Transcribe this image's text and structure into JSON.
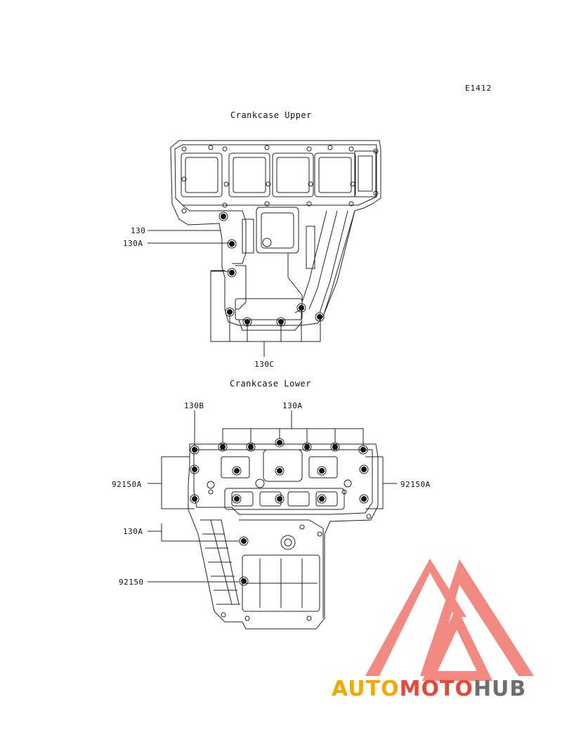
{
  "diagram_code": "E1412",
  "upper": {
    "title": "Crankcase Upper",
    "labels": {
      "l130": "130",
      "l130a": "130A",
      "l130c": "130C"
    }
  },
  "lower": {
    "title": "Crankcase Lower",
    "labels": {
      "l130b": "130B",
      "l130a_top": "130A",
      "l92150a_left": "92150A",
      "l92150a_right": "92150A",
      "l130a_side": "130A",
      "l92150": "92150"
    }
  },
  "watermark": {
    "part1": "AUTO",
    "part2": "MOTO",
    "part3": "HUB",
    "colors": {
      "auto": "#f5a800",
      "moto": "#e8473c",
      "hub": "#6e6e6e",
      "triangle": "#f28a82"
    }
  }
}
